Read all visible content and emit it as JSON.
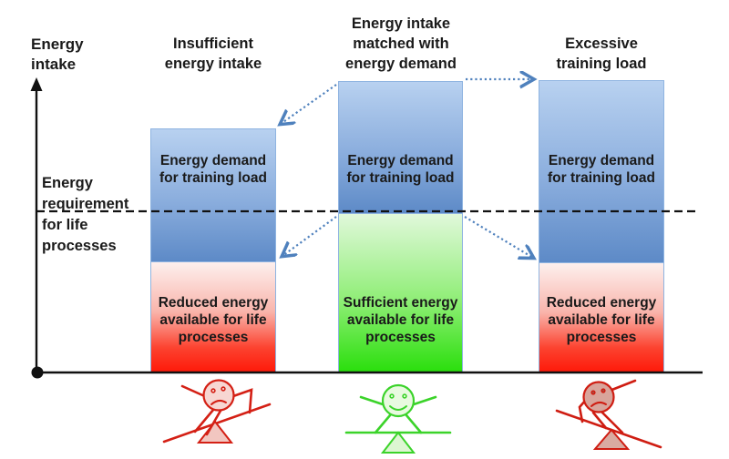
{
  "diagram": {
    "y_axis_label": "Energy\nintake",
    "threshold_label": "Energy\nrequirement\nfor life\nprocesses",
    "columns": [
      {
        "title": "Insufficient\nenergy intake",
        "demand_label": "Energy demand\nfor training load",
        "life_label": "Reduced energy\navailable for life\nprocesses",
        "life_state": "reduced",
        "figure": "sad-unbalanced-scale-figure"
      },
      {
        "title": "Energy intake\nmatched with\nenergy demand",
        "demand_label": "Energy demand\nfor training load",
        "life_label": "Sufficient energy\navailable for life\nprocesses",
        "life_state": "sufficient",
        "figure": "happy-balanced-scale-figure"
      },
      {
        "title": "Excessive\ntraining load",
        "demand_label": "Energy demand\nfor training load",
        "life_label": "Reduced energy\navailable for life\nprocesses",
        "life_state": "reduced",
        "figure": "sad-unbalanced-scale-figure-dark"
      }
    ],
    "colors": {
      "demand_blue_top": "#b8d1f0",
      "demand_blue_bottom": "#5d8ac7",
      "bar_border": "#8fb4e1",
      "reduced_red_top": "#fdf0ee",
      "reduced_red_bottom": "#fe1a0a",
      "sufficient_green_top": "#e1f8db",
      "sufficient_green_bottom": "#2bdf0d",
      "arrow_blue": "#4f81bd",
      "figure_red": "#d42015",
      "figure_green": "#3bd32a",
      "axis_black": "#111111"
    }
  }
}
